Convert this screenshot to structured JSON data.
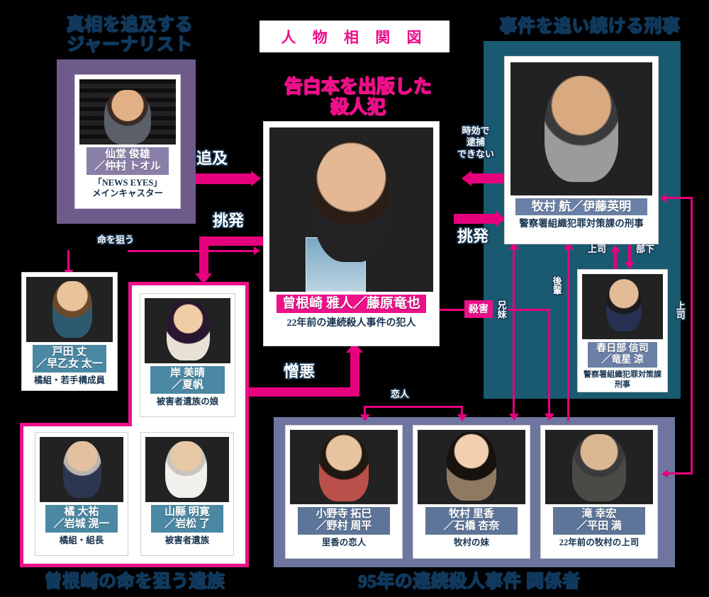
{
  "title_plate": {
    "text": "人 物 相 関 図"
  },
  "section_headings": {
    "journalist": "真相を追及する\nジャーナリスト",
    "killer": "告白本を出版した\n殺人犯",
    "detective": "事件を追い続ける刑事",
    "bereaved_group": "曾根崎の命を狙う遺族",
    "case_group": "95年の連続殺人事件 関係者"
  },
  "colors": {
    "pink": "#ec1089",
    "arrow_pink": "#e6007e",
    "navy_text": "#10395c",
    "purple_box": "#6e5b8c",
    "teal_box": "#1a5a70",
    "slate_box": "#6e76a0",
    "background": "#000000"
  },
  "characters": [
    {
      "id": "sendo",
      "name": "仙堂 俊雄",
      "actor": "／仲村 トオル",
      "role": "「NEWS EYES」\nメインキャスター",
      "namebar_color": "purple"
    },
    {
      "id": "sonezaki",
      "name": "曾根崎 雅人／藤原竜也",
      "actor": "",
      "role": "22年前の連続殺人事件の犯人",
      "namebar_color": "pink"
    },
    {
      "id": "makimura",
      "name": "牧村 航／伊藤英明",
      "actor": "",
      "role": "警察署組織犯罪対策課の刑事",
      "namebar_color": "slate"
    },
    {
      "id": "kasukabe",
      "name": "春日部 信司",
      "actor": "／竜星 涼",
      "role": "警察署組織犯罪対策課\n刑事",
      "namebar_color": "slate"
    },
    {
      "id": "toda",
      "name": "戸田 丈",
      "actor": "／早乙女 太一",
      "role": "橘組・若手構成員",
      "namebar_color": "teal"
    },
    {
      "id": "kishi",
      "name": "岸 美晴",
      "actor": "／夏帆",
      "role": "被害者遺族の娘",
      "namebar_color": "teal"
    },
    {
      "id": "tachibana",
      "name": "橘 大祐",
      "actor": "／岩城 滉一",
      "role": "橘組・組長",
      "namebar_color": "teal"
    },
    {
      "id": "yamagata",
      "name": "山縣 明寛",
      "actor": "／岩松 了",
      "role": "被害者遺族",
      "namebar_color": "teal"
    },
    {
      "id": "onodera",
      "name": "小野寺 拓巳",
      "actor": "／野村 周平",
      "role": "里香の恋人",
      "namebar_color": "steel"
    },
    {
      "id": "rika",
      "name": "牧村 里香",
      "actor": "／石橋 杏奈",
      "role": "牧村の妹",
      "namebar_color": "steel"
    },
    {
      "id": "taki",
      "name": "滝 幸宏",
      "actor": "／平田 満",
      "role": "22年前の牧村の上司",
      "namebar_color": "steel"
    }
  ],
  "relations": {
    "tsuikyu": "追及",
    "chohatsu_left": "挑発",
    "jiko": "時効で\n逮捕\nできない",
    "chohatsu_right": "挑発",
    "inochi": "命を狙う",
    "zouo": "憎悪",
    "satsugai": "殺害",
    "koibito": "恋人",
    "kyodai": "兄妹",
    "kouhai": "後輩",
    "joushi_top": "上司",
    "buka": "部下",
    "joushi_right": "上司"
  }
}
